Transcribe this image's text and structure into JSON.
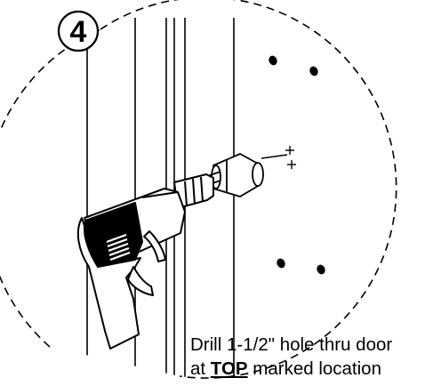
{
  "step": {
    "number": "4"
  },
  "caption": {
    "line1": "Drill 1-1/2\" hole thru door",
    "line2_prefix": "at ",
    "line2_emphasis": "TOP",
    "line2_suffix": " marked location"
  },
  "icons": {
    "drill": "power-drill-icon",
    "hole_saw": "hole-saw-icon",
    "marks": "drill-mark-icon"
  },
  "colors": {
    "ink": "#000000",
    "paper": "#ffffff"
  }
}
